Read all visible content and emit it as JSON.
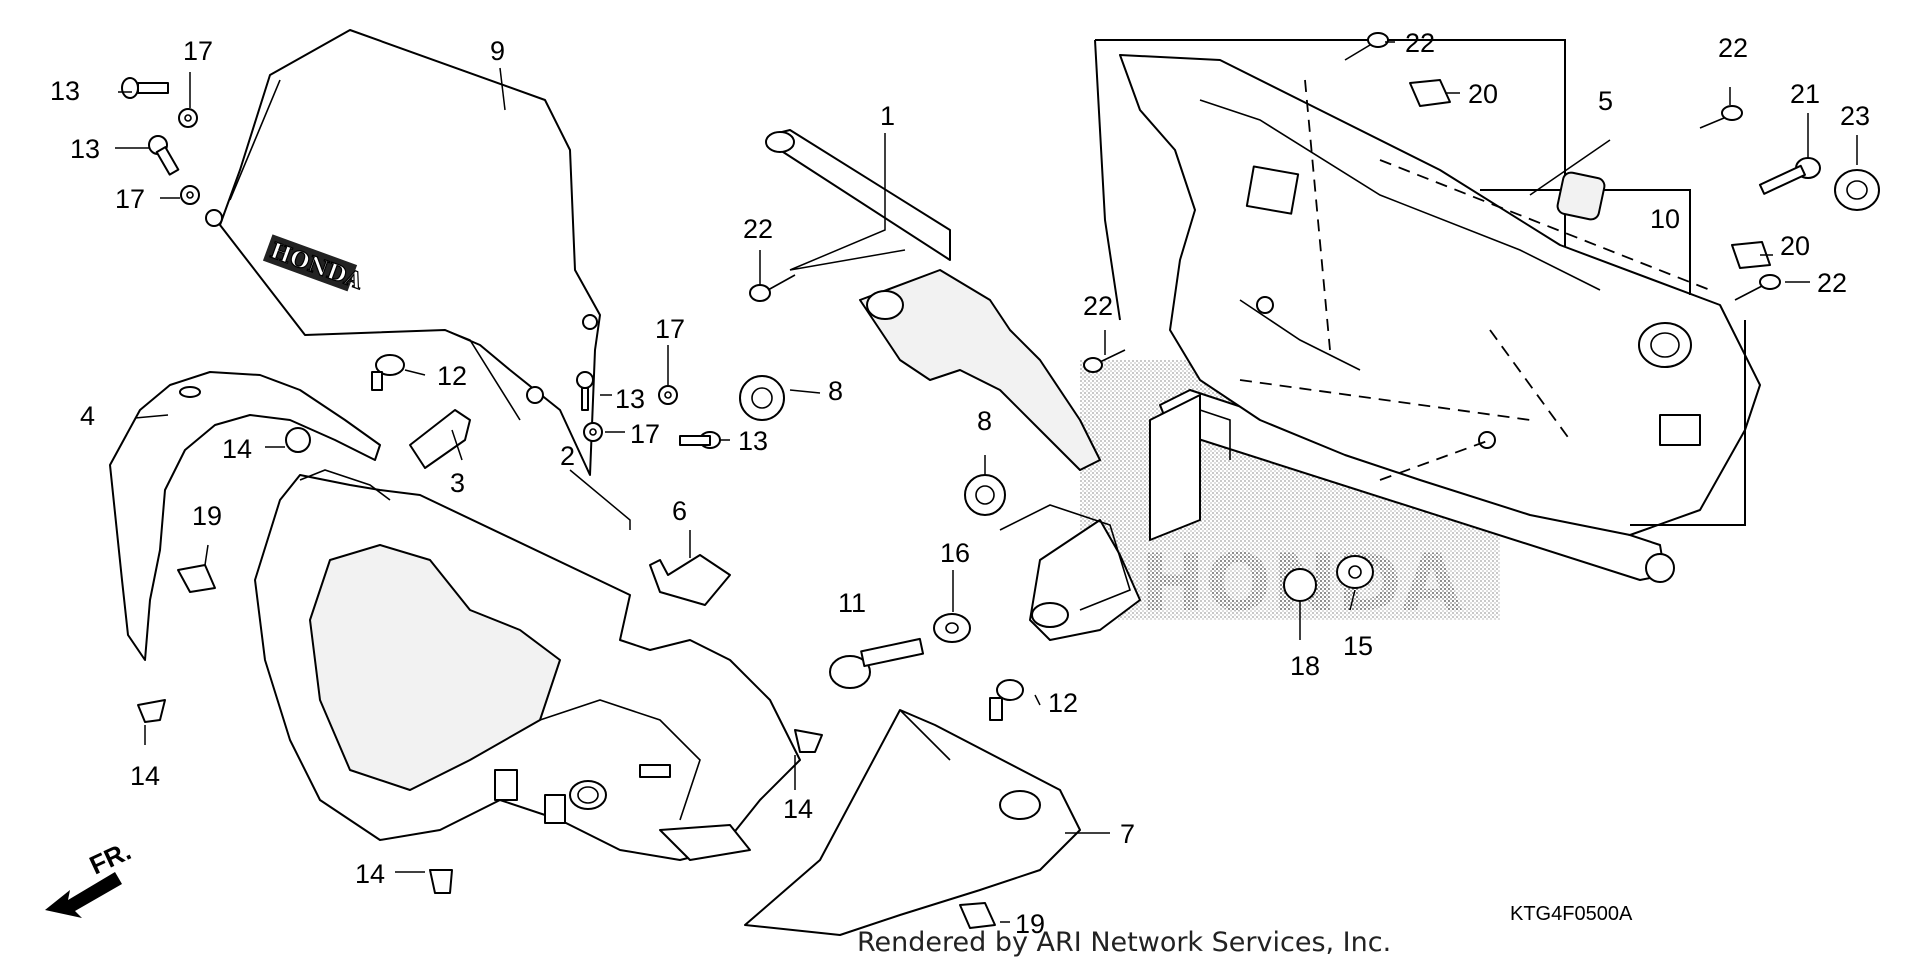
{
  "diagram_code": "KTG4F0500A",
  "footer_text": "Rendered by ARI Network Services, Inc.",
  "direction_label": "FR.",
  "brand_mark": "HONDA",
  "callouts": {
    "c1": "1",
    "c2": "2",
    "c3": "3",
    "c4": "4",
    "c5": "5",
    "c6": "6",
    "c7": "7",
    "c8a": "8",
    "c8b": "8",
    "c9": "9",
    "c10": "10",
    "c11": "11",
    "c12a": "12",
    "c12b": "12",
    "c13a": "13",
    "c13b": "13",
    "c13c": "13",
    "c13d": "13",
    "c14a": "14",
    "c14b": "14",
    "c14c": "14",
    "c14d": "14",
    "c15": "15",
    "c16": "16",
    "c17a": "17",
    "c17b": "17",
    "c17c": "17",
    "c17d": "17",
    "c18": "18",
    "c19a": "19",
    "c19b": "19",
    "c20a": "20",
    "c20b": "20",
    "c21": "21",
    "c22a": "22",
    "c22b": "22",
    "c22c": "22",
    "c22d": "22",
    "c22e": "22",
    "c23": "23"
  }
}
